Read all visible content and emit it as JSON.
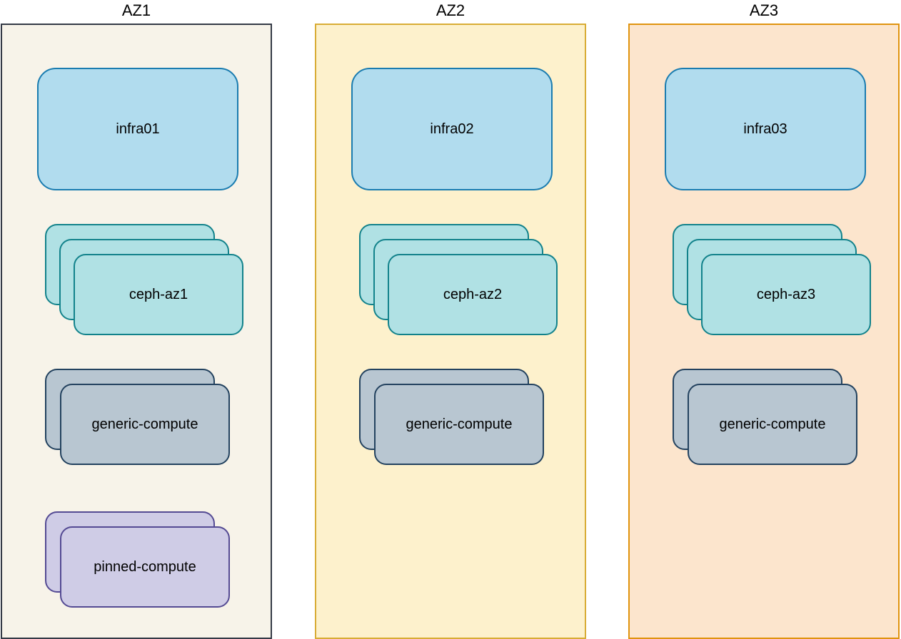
{
  "page": {
    "background": "#ffffff",
    "text_color": "#000000"
  },
  "node_styles": {
    "infra": {
      "fill": "#b1dcee",
      "stroke": "#1a7cb0"
    },
    "ceph": {
      "fill": "#b0e1e4",
      "stroke": "#12828b"
    },
    "generic": {
      "fill": "#b8c6d1",
      "stroke": "#23425f"
    },
    "pinned": {
      "fill": "#cfcce6",
      "stroke": "#544a93"
    }
  },
  "zones": [
    {
      "title": "AZ1",
      "background": "#f7f3e9",
      "border_color": "#343a46",
      "nodes": [
        {
          "label": "infra01",
          "type": "infra",
          "stack_count": 1
        },
        {
          "label": "ceph-az1",
          "type": "ceph",
          "stack_count": 3
        },
        {
          "label": "generic-compute",
          "type": "generic",
          "stack_count": 2
        },
        {
          "label": "pinned-compute",
          "type": "pinned",
          "stack_count": 2
        }
      ]
    },
    {
      "title": "AZ2",
      "background": "#fdf1cc",
      "border_color": "#d8ac35",
      "nodes": [
        {
          "label": "infra02",
          "type": "infra",
          "stack_count": 1
        },
        {
          "label": "ceph-az2",
          "type": "ceph",
          "stack_count": 3
        },
        {
          "label": "generic-compute",
          "type": "generic",
          "stack_count": 2
        }
      ]
    },
    {
      "title": "AZ3",
      "background": "#fce5cd",
      "border_color": "#e0940f",
      "nodes": [
        {
          "label": "infra03",
          "type": "infra",
          "stack_count": 1
        },
        {
          "label": "ceph-az3",
          "type": "ceph",
          "stack_count": 3
        },
        {
          "label": "generic-compute",
          "type": "generic",
          "stack_count": 2
        }
      ]
    }
  ]
}
